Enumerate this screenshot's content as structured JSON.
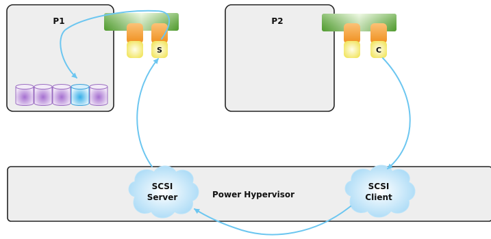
{
  "partitions": {
    "p1": {
      "label": "P1",
      "adapter_label": "S"
    },
    "p2": {
      "label": "P2",
      "adapter_label": "C"
    }
  },
  "hypervisor": {
    "label": "Power Hypervisor",
    "server_cloud": {
      "line1": "SCSI",
      "line2": "Server"
    },
    "client_cloud": {
      "line1": "SCSI",
      "line2": "Client"
    }
  },
  "disk_colors": [
    "purple",
    "purple",
    "purple",
    "blue",
    "purple"
  ],
  "colors": {
    "box_fill": "#eeeeee",
    "box_stroke": "#222222",
    "bus_green": "#66b43c",
    "adapter_orange": "#f39a2a",
    "adapter_yellow": "#f6ed7a",
    "disk_purple": "#b58ad0",
    "disk_blue": "#6cc6ee",
    "arrow_cyan": "#6cc6f0",
    "cloud_fill": "#cdeafb"
  }
}
